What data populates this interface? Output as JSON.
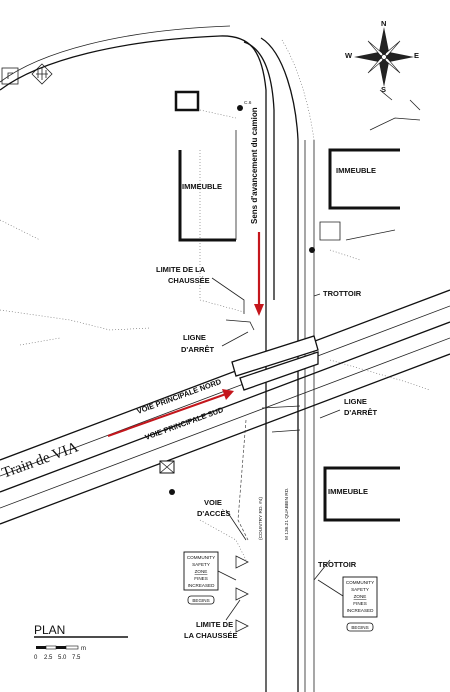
{
  "compass": {
    "n": "N",
    "e": "E",
    "s": "S",
    "w": "W",
    "icon": "compass-rose-icon"
  },
  "map_labels": {
    "immeuble_nw": "IMMEUBLE",
    "immeuble_ne": "IMMEUBLE",
    "immeuble_se": "IMMEUBLE",
    "limite_nw_1": "LIMITE DE LA",
    "limite_nw_2": "CHAUSSÉE",
    "limite_s_1": "LIMITE DE",
    "limite_s_2": "LA CHAUSSÉE",
    "trottoir_n": "TROTTOIR",
    "trottoir_s": "TROTTOIR",
    "ligne_arret_w_1": "LIGNE",
    "ligne_arret_w_2": "D'ARRÊT",
    "ligne_arret_e_1": "LIGNE",
    "ligne_arret_e_2": "D'ARRÊT",
    "voie_acces_1": "VOIE",
    "voie_acces_2": "D'ACCÈS",
    "voie_nord": "VOIE PRINCIPALE NORD",
    "voie_sud": "VOIE PRINCIPALE SUD",
    "train": "Train de VIA",
    "camion": "Sens d'avancement du camion",
    "road_county": "(COUNTRY RD. #4)",
    "road_quabbin": "M 136.21 QUABBIN RD.",
    "pole_code": "C.6"
  },
  "signs": [
    {
      "l1": "COMMUNITY",
      "l2": "SAFETY",
      "l3": "ZONE",
      "l4": "FINES",
      "l5": "INCREASED",
      "tab": "BEGINS"
    },
    {
      "l1": "COMMUNITY",
      "l2": "SAFETY",
      "l3": "ZONE",
      "l4": "FINES",
      "l5": "INCREASED",
      "tab": "BEGINS"
    }
  ],
  "plan": {
    "title": "PLAN",
    "unit": "m",
    "ticks": [
      "0",
      "2.5",
      "5.0",
      "7.5"
    ]
  },
  "colors": {
    "arrow": "#c4161c",
    "ink": "#111111"
  }
}
